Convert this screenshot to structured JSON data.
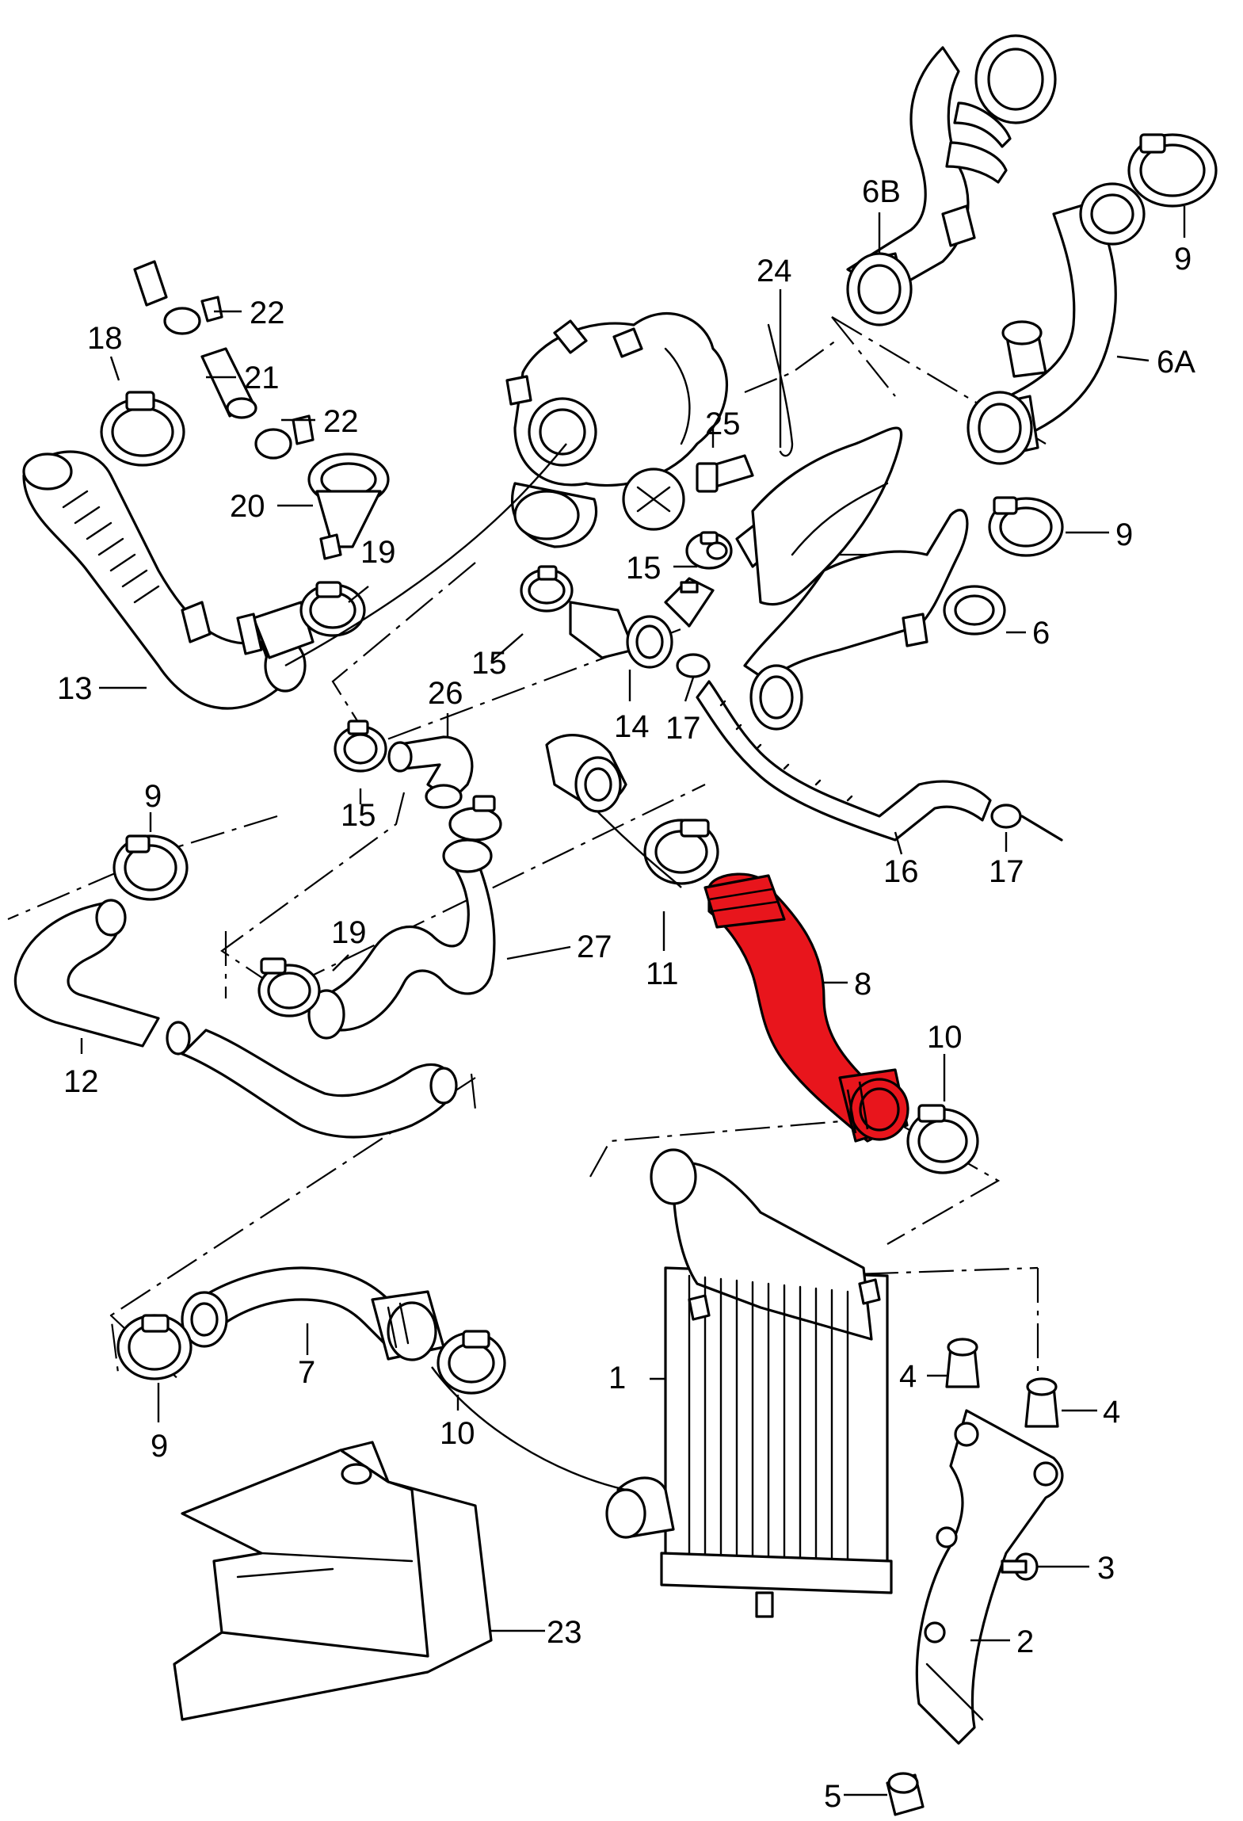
{
  "diagram": {
    "highlight_color": "#e8151c",
    "line_color": "#000000",
    "background": "#ffffff",
    "highlighted_part": "8",
    "callouts": [
      {
        "id": "c-24",
        "label": "24"
      },
      {
        "id": "c-6b",
        "label": "6B"
      },
      {
        "id": "c-9a",
        "label": "9"
      },
      {
        "id": "c-6a",
        "label": "6A"
      },
      {
        "id": "c-22a",
        "label": "22"
      },
      {
        "id": "c-21",
        "label": "21"
      },
      {
        "id": "c-22b",
        "label": "22"
      },
      {
        "id": "c-18",
        "label": "18"
      },
      {
        "id": "c-25",
        "label": "25"
      },
      {
        "id": "c-20",
        "label": "20"
      },
      {
        "id": "c-9b",
        "label": "9"
      },
      {
        "id": "c-15a",
        "label": "15"
      },
      {
        "id": "c-19a",
        "label": "19"
      },
      {
        "id": "c-6",
        "label": "6"
      },
      {
        "id": "c-13",
        "label": "13"
      },
      {
        "id": "c-15b",
        "label": "15"
      },
      {
        "id": "c-26",
        "label": "26"
      },
      {
        "id": "c-14",
        "label": "14"
      },
      {
        "id": "c-17a",
        "label": "17"
      },
      {
        "id": "c-9c",
        "label": "9"
      },
      {
        "id": "c-15c",
        "label": "15"
      },
      {
        "id": "c-16",
        "label": "16"
      },
      {
        "id": "c-17b",
        "label": "17"
      },
      {
        "id": "c-19b",
        "label": "19"
      },
      {
        "id": "c-27",
        "label": "27"
      },
      {
        "id": "c-11",
        "label": "11"
      },
      {
        "id": "c-8",
        "label": "8"
      },
      {
        "id": "c-12",
        "label": "12"
      },
      {
        "id": "c-10a",
        "label": "10"
      },
      {
        "id": "c-1",
        "label": "1"
      },
      {
        "id": "c-4a",
        "label": "4"
      },
      {
        "id": "c-4b",
        "label": "4"
      },
      {
        "id": "c-7",
        "label": "7"
      },
      {
        "id": "c-9d",
        "label": "9"
      },
      {
        "id": "c-10b",
        "label": "10"
      },
      {
        "id": "c-3",
        "label": "3"
      },
      {
        "id": "c-23",
        "label": "23"
      },
      {
        "id": "c-2",
        "label": "2"
      },
      {
        "id": "c-5",
        "label": "5"
      }
    ]
  }
}
